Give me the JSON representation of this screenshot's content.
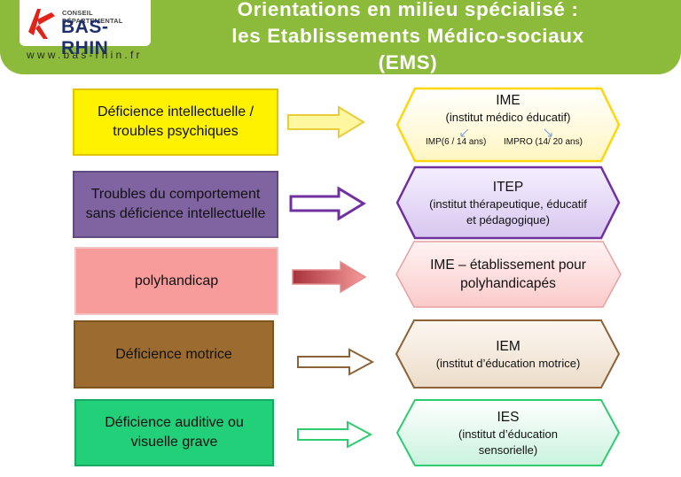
{
  "header": {
    "logo_small": "CONSEIL DÉPARTEMENTAL",
    "logo_big": "BAS-RHIN",
    "url": "www.bas-rhin.fr",
    "title_line1": "Orientations en milieu spécialisé :",
    "title_line2": "les Etablissements Médico-sociaux",
    "title_line3": "(EMS)"
  },
  "rows": [
    {
      "source": "Déficience intellectuelle / troubles psychiques",
      "target_name": "IME",
      "target_desc": "(institut médico éducatif)",
      "sub": [
        "IMP(6 / 14 ans)",
        "IMPRO (14/ 20 ans)"
      ],
      "colors": {
        "box": "#fff200",
        "box_border": "#e0c400",
        "hex_fill": "#fffbd6",
        "hex_border": "#ffd60a",
        "arrow": "#fff6a0",
        "arrow_border": "#e8cd3a"
      }
    },
    {
      "source": "Troubles du comportement sans déficience intellectuelle",
      "target_name": "ITEP",
      "target_desc": "(institut thérapeutique, éducatif et pédagogique)",
      "colors": {
        "box": "#8064a2",
        "box_border": "#5f4b80",
        "hex_fill": "#e4d9f5",
        "hex_border": "#7030a0",
        "arrow": "#ffffff",
        "arrow_border": "#7030a0"
      }
    },
    {
      "source": "polyhandicap",
      "target_name": "IME – établissement pour polyhandicapés",
      "target_desc": "",
      "colors": {
        "box": "#f79b9b",
        "box_border": "#f2c2c2",
        "hex_fill": "#fde2e2",
        "hex_border": "#e8a0a0",
        "arrow": "#f28d8d",
        "arrow_border": "#e48b8b"
      }
    },
    {
      "source": "Déficience motrice",
      "target_name": "IEM",
      "target_desc": "(institut d’éducation motrice)",
      "colors": {
        "box": "#9c6b2f",
        "box_border": "#7e5421",
        "hex_fill": "#f6ece1",
        "hex_border": "#8c6239",
        "arrow": "#ffffff",
        "arrow_border": "#8c6239"
      }
    },
    {
      "source": "Déficience auditive  ou visuelle grave",
      "target_name": "IES",
      "target_desc": "(institut d’éducation sensorielle)",
      "colors": {
        "box": "#22d07a",
        "box_border": "#1aa862",
        "hex_fill": "#e3f8ee",
        "hex_border": "#2ecc71",
        "arrow": "#ffffff",
        "arrow_border": "#2ecc71"
      }
    }
  ]
}
